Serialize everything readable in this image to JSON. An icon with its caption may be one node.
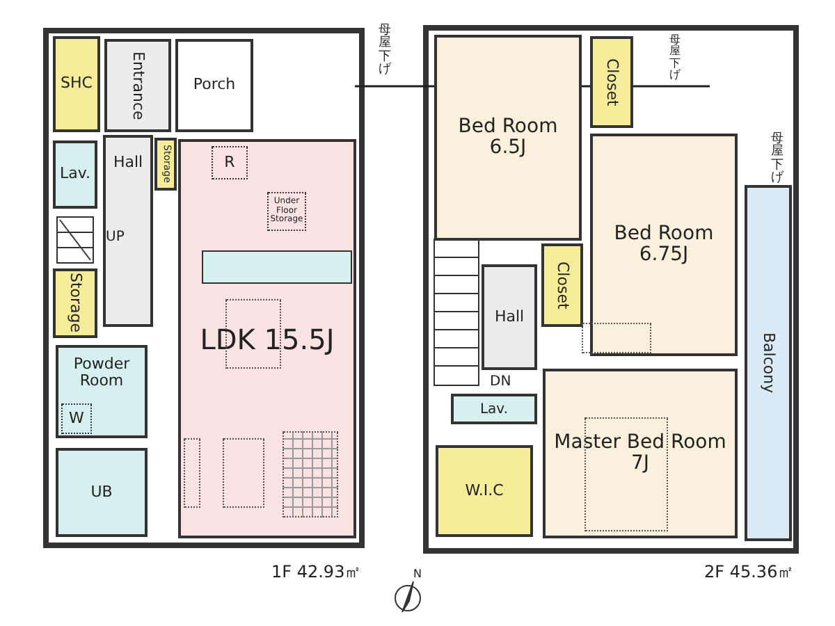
{
  "diagram": {
    "nodes": [
      {
        "text": [
          "SHC"
        ]
      },
      {
        "text": [
          "Entrance"
        ]
      },
      {
        "text": [
          "Porch"
        ]
      },
      {
        "text": [
          "Lav."
        ]
      },
      {
        "text": [
          "Hall"
        ]
      },
      {
        "text": [
          "Storage"
        ]
      },
      {
        "text": [
          "LDK 15.5J"
        ]
      },
      {
        "text": [
          "R"
        ],
        "in": 6
      },
      {
        "text": [
          "Under Floor Storage"
        ],
        "in": 6
      },
      {
        "text": [
          "Storage"
        ]
      },
      {
        "text": [
          "Powder Room"
        ]
      },
      {
        "text": [
          "W"
        ],
        "in": 10
      },
      {
        "text": [
          "UB"
        ]
      },
      {
        "text": [
          "Bed Room 6.5J"
        ]
      },
      {
        "text": [
          "Closet"
        ]
      },
      {
        "text": [
          "Bed Room 6.75J"
        ]
      },
      {
        "text": [
          "Closet"
        ]
      },
      {
        "text": [
          "Hall"
        ]
      },
      {
        "text": [
          "Lav."
        ]
      },
      {
        "text": [
          "W.I.C"
        ]
      },
      {
        "text": [
          "Master Bed Room 7J"
        ]
      },
      {
        "text": [
          "Balcony"
        ]
      }
    ],
    "labels": [
      "母屋下げ",
      "母屋下げ",
      "母屋下げ",
      "UP",
      "DN",
      "1F 42.93㎡",
      "2F 45.36㎡",
      "N"
    ]
  }
}
